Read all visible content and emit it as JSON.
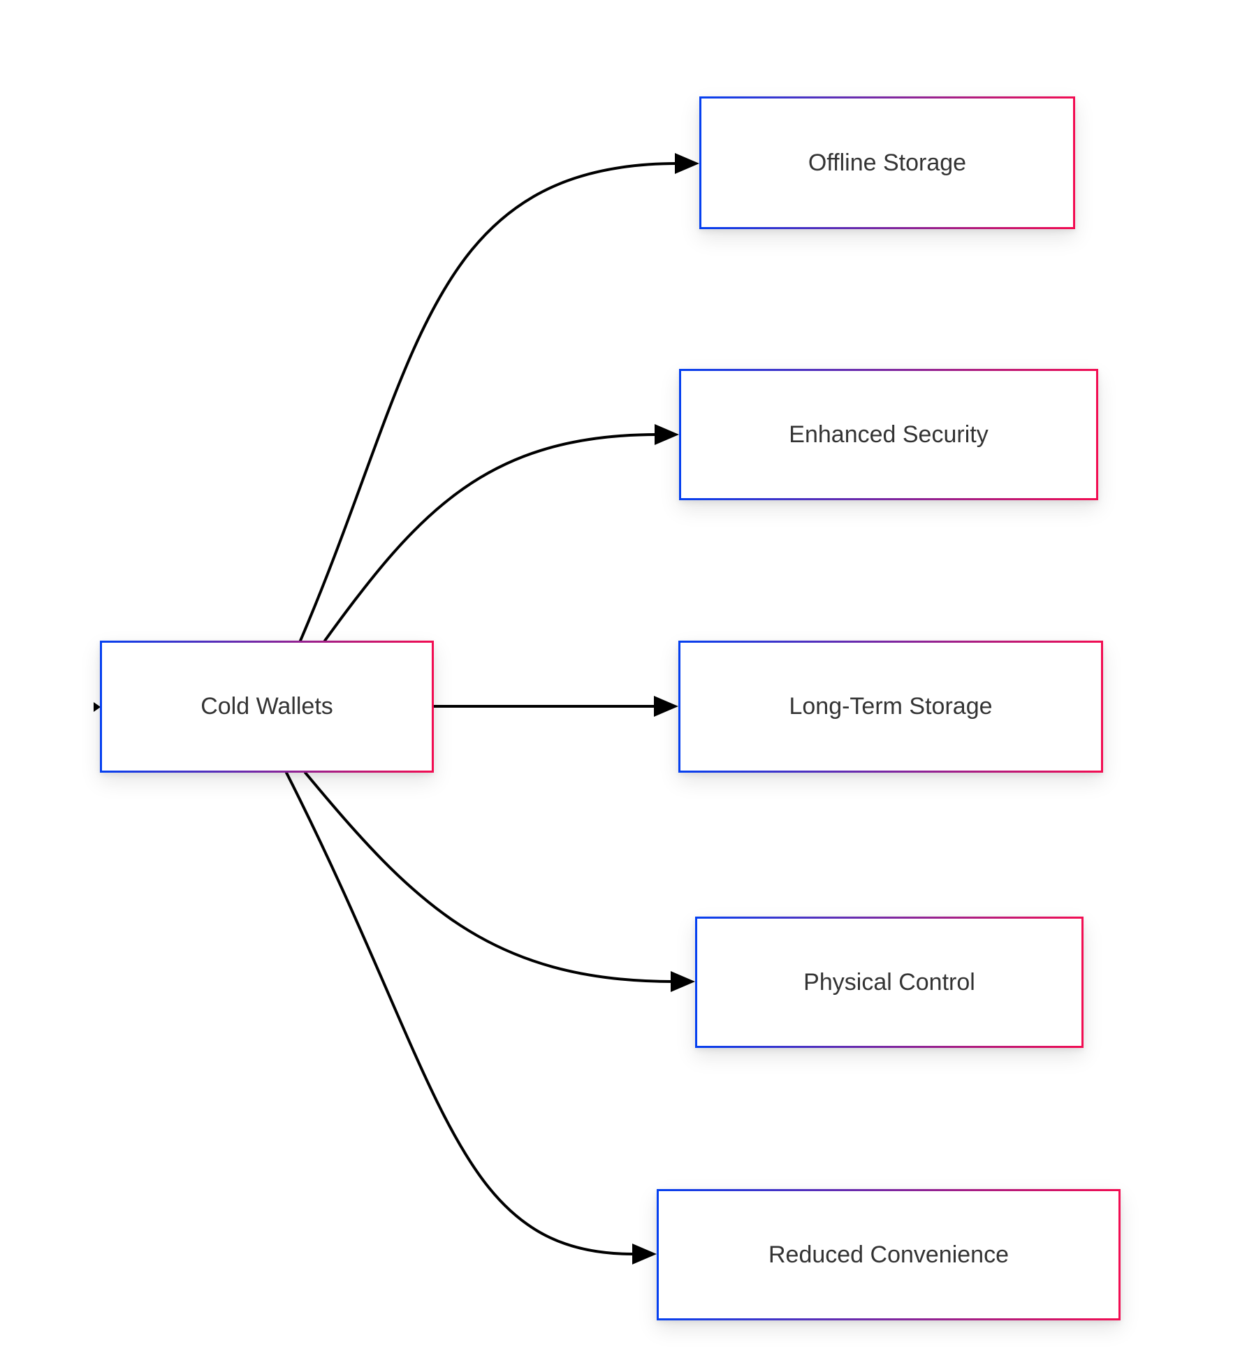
{
  "diagram": {
    "type": "flowchart",
    "direction": "left-to-right",
    "colors": {
      "background": "#ffffff",
      "edge_color": "#000000",
      "label_color": "#333333",
      "border_gradient_start": "#0540f0",
      "border_gradient_end": "#f20d52"
    },
    "nodes": {
      "cold_wallets": {
        "label": "Cold Wallets"
      },
      "offline_storage": {
        "label": "Offline Storage"
      },
      "enhanced_security": {
        "label": "Enhanced Security"
      },
      "long_term_storage": {
        "label": "Long-Term Storage"
      },
      "physical_control": {
        "label": "Physical Control"
      },
      "reduced_convenience": {
        "label": "Reduced Convenience"
      }
    },
    "edges": [
      {
        "from": "Cold Wallets",
        "to": "Offline Storage"
      },
      {
        "from": "Cold Wallets",
        "to": "Enhanced Security"
      },
      {
        "from": "Cold Wallets",
        "to": "Long-Term Storage"
      },
      {
        "from": "Cold Wallets",
        "to": "Physical Control"
      },
      {
        "from": "Cold Wallets",
        "to": "Reduced Convenience"
      }
    ]
  }
}
